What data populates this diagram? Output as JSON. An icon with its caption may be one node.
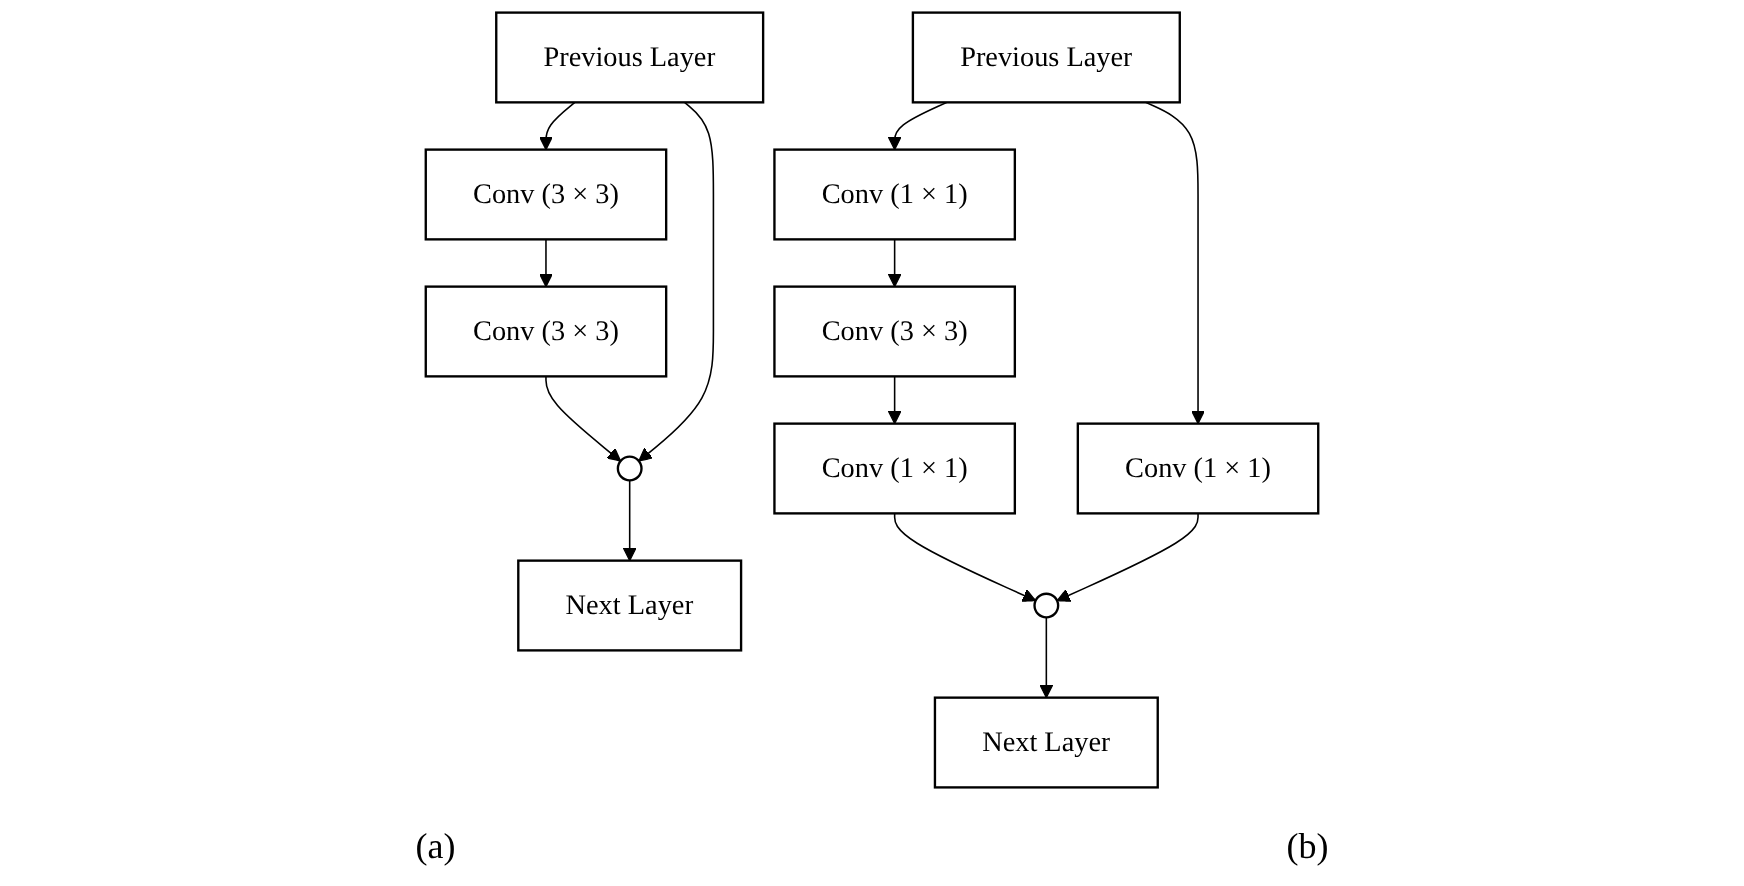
{
  "diagram": {
    "nodes": [
      {
        "text": [
          "Previous Layer"
        ]
      },
      {
        "text": [
          "Conv (3 × 3)"
        ]
      },
      {
        "text": [
          "Conv (3 × 3)"
        ]
      },
      {
        "text": [],
        "shape": "circle"
      },
      {
        "text": [
          "Next Layer"
        ]
      },
      {
        "text": [
          "Previous Layer"
        ]
      },
      {
        "text": [
          "Conv (1 × 1)"
        ]
      },
      {
        "text": [
          "Conv (3 × 3)"
        ]
      },
      {
        "text": [
          "Conv (1 × 1)"
        ]
      },
      {
        "text": [
          "Conv (1 × 1)"
        ]
      },
      {
        "text": [],
        "shape": "circle"
      },
      {
        "text": [
          "Next Layer"
        ]
      }
    ],
    "edges": [
      {
        "from": 0,
        "to": 1,
        "arrow": "to"
      },
      {
        "from": 1,
        "to": 2,
        "arrow": "to"
      },
      {
        "from": 2,
        "to": 3,
        "arrow": "to"
      },
      {
        "from": 0,
        "to": 3,
        "arrow": "to"
      },
      {
        "from": 3,
        "to": 4,
        "arrow": "to"
      },
      {
        "from": 5,
        "to": 6,
        "arrow": "to"
      },
      {
        "from": 6,
        "to": 7,
        "arrow": "to"
      },
      {
        "from": 7,
        "to": 8,
        "arrow": "to"
      },
      {
        "from": 8,
        "to": 10,
        "arrow": "to"
      },
      {
        "from": 5,
        "to": 9,
        "arrow": "to"
      },
      {
        "from": 9,
        "to": 10,
        "arrow": "to"
      },
      {
        "from": 10,
        "to": 11,
        "arrow": "to"
      }
    ],
    "labels": [
      "(a)",
      "(b)"
    ]
  }
}
